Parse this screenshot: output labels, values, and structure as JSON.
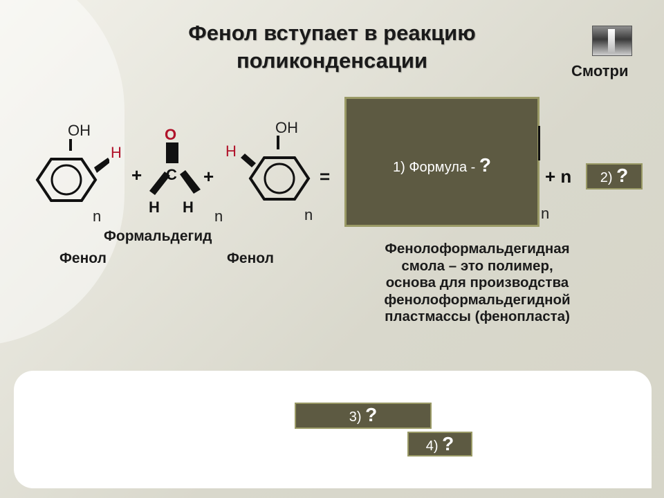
{
  "title": {
    "line1": "Фенол вступает в реакцию",
    "line2": "поликонденсации"
  },
  "look": {
    "label": "Смотри"
  },
  "reaction": {
    "phenol1": {
      "oh": "OH",
      "h": "H",
      "n": "n"
    },
    "formaldehyde": {
      "o": "O",
      "c": "C",
      "h1": "H",
      "h2": "H",
      "n": "n"
    },
    "phenol2": {
      "oh": "OH",
      "h": "H",
      "n": "n"
    },
    "plus1": "+",
    "plus2": "+",
    "equals": "=",
    "plus_n": "+ n",
    "product_n": "n"
  },
  "names": {
    "formaldehyde": "Формальдегид",
    "phenol_left": "Фенол",
    "phenol_right": "Фенол"
  },
  "description": {
    "line1": "Фенолоформальдегидная",
    "line2": "смола – это полимер,",
    "line3": "основа для производства",
    "line4": "фенолоформальдегидной",
    "line5": "пластмассы (фенопласта)"
  },
  "boxes": {
    "box1": {
      "label": "1) Формула - ",
      "q": "?"
    },
    "box2": {
      "label": "2) ",
      "q": "?"
    },
    "box3": {
      "label": "3) ",
      "q": "?"
    },
    "box4": {
      "label": "4) ",
      "q": "?"
    }
  },
  "colors": {
    "box_fill": "#5d5a42",
    "box_border": "#9a9a66",
    "accent_red": "#b0122a"
  }
}
